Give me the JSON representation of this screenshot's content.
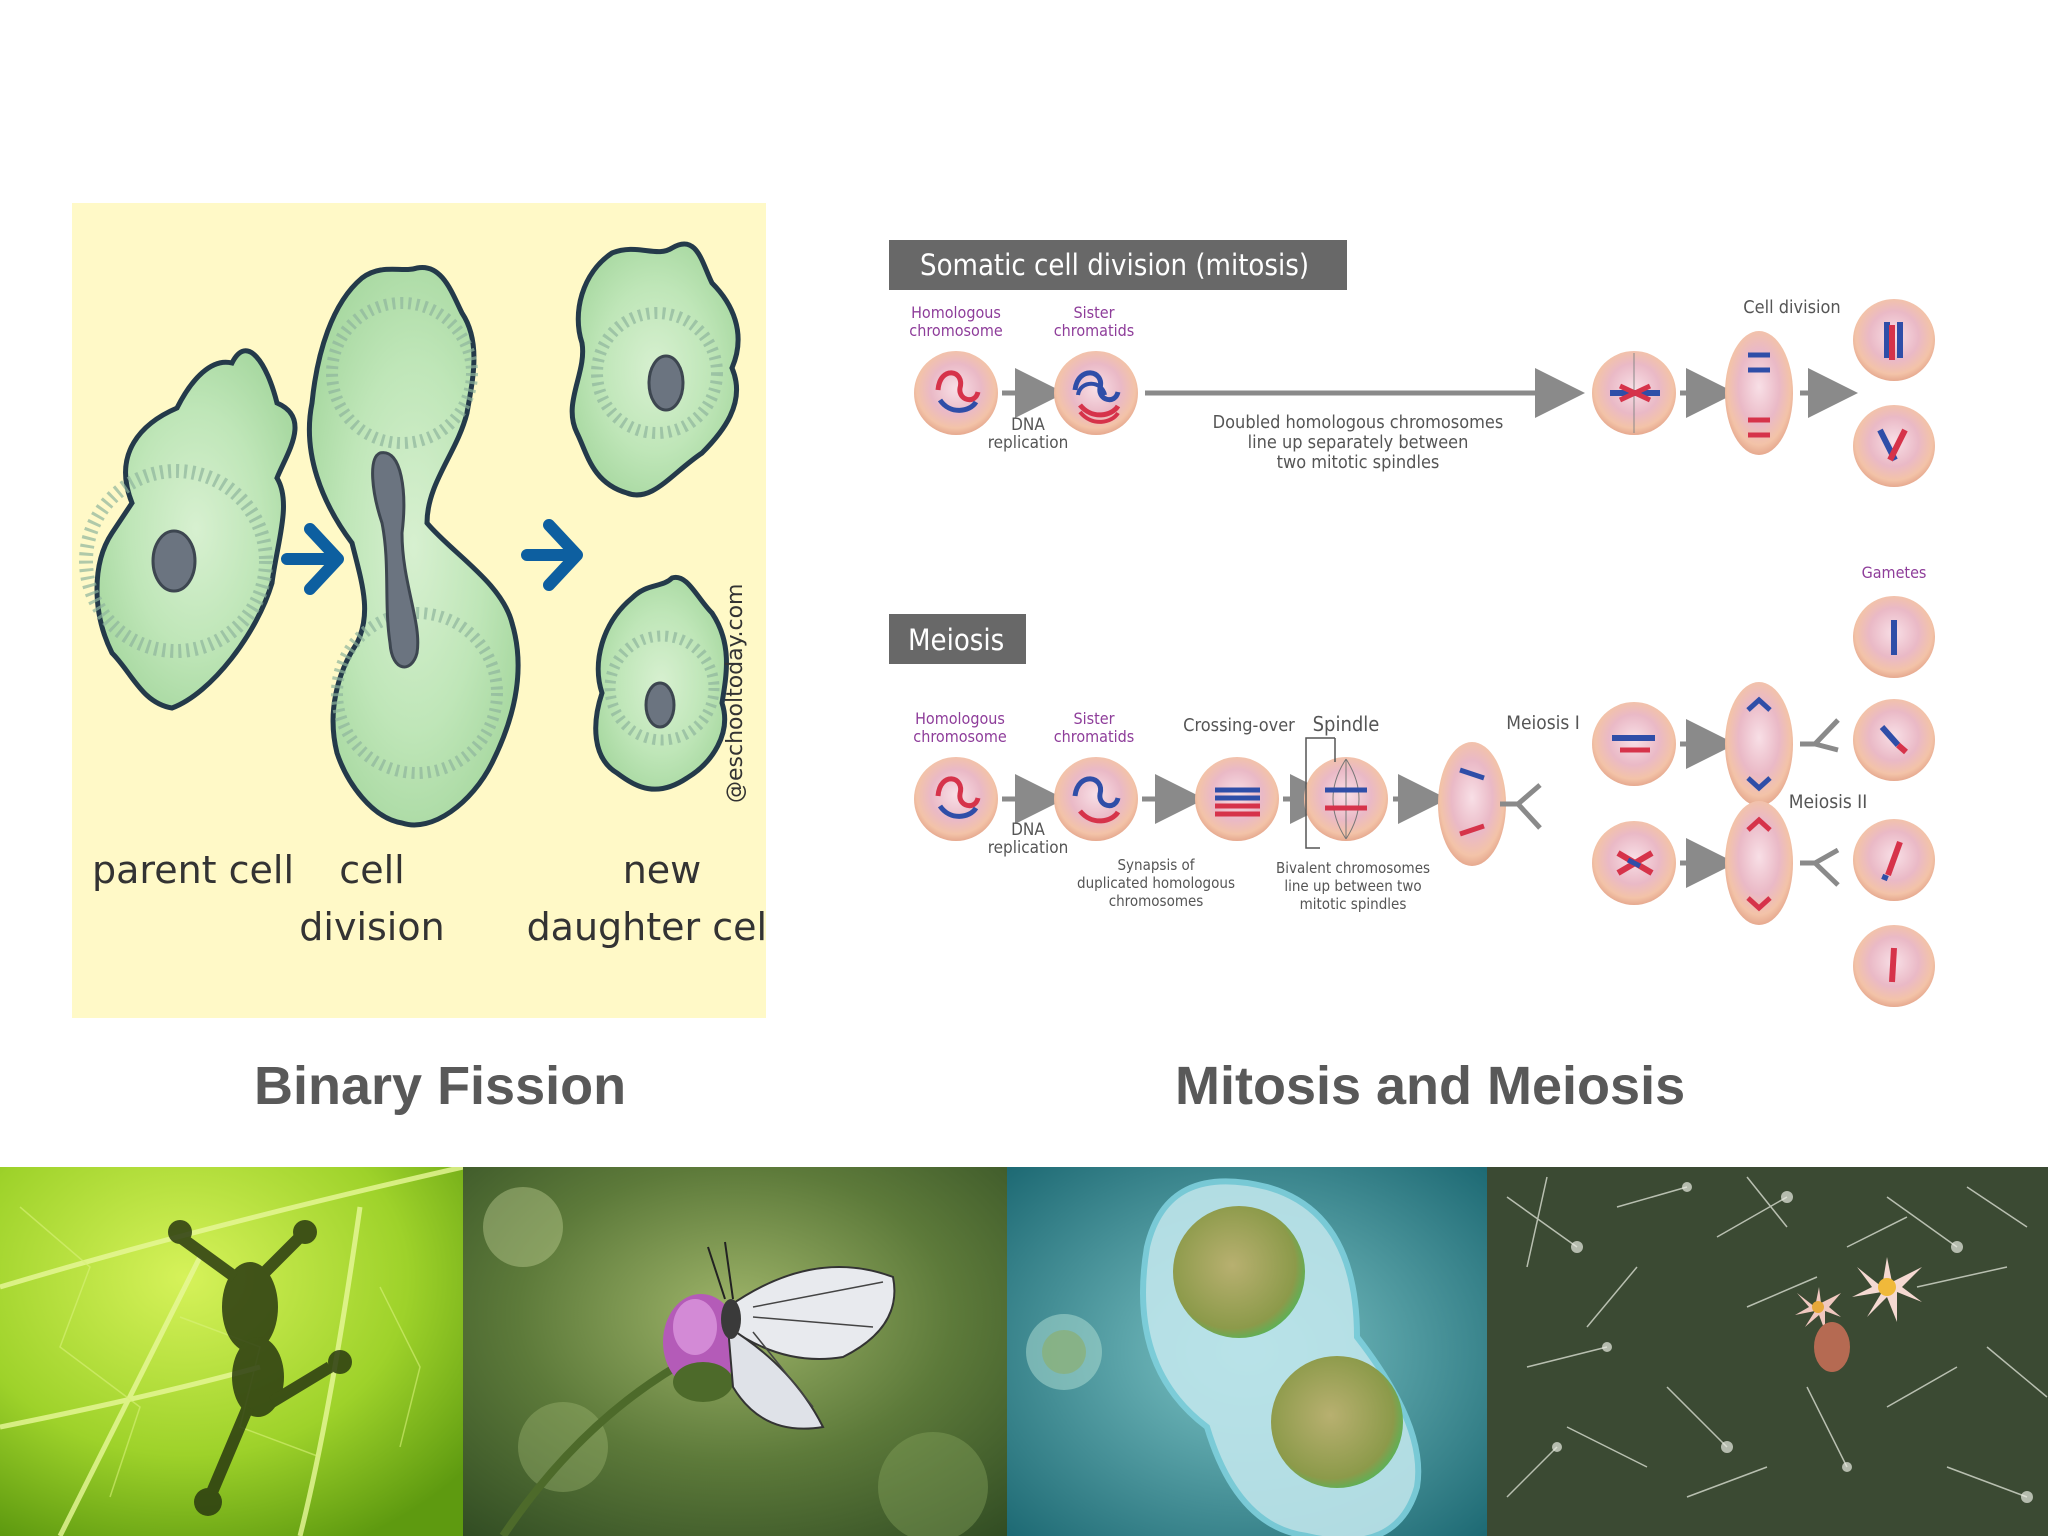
{
  "captions": {
    "left": "Binary Fission",
    "right": "Mitosis and Meiosis"
  },
  "fission": {
    "labels": {
      "parent": "parent cell",
      "division_1": "cell",
      "division_2": "division",
      "daughter_1": "new",
      "daughter_2": "daughter cells"
    },
    "watermark": "@eschooltoday.com",
    "colors": {
      "background": "#fff9c7",
      "cell": "#b9e3b4",
      "nucleus": "#6b7480",
      "arrow": "#0d5fa0"
    }
  },
  "mitosis": {
    "header": "Somatic cell division (mitosis)",
    "homologous": [
      "Homologous",
      "chromosome"
    ],
    "sister": [
      "Sister",
      "chromatids"
    ],
    "dna": [
      "DNA",
      "replication"
    ],
    "doubled": [
      "Doubled homologous chromosomes",
      "line up separately between",
      "two mitotic spindles"
    ],
    "cell_division": "Cell division"
  },
  "meiosis": {
    "header": "Meiosis",
    "homologous": [
      "Homologous",
      "chromosome"
    ],
    "sister": [
      "Sister",
      "chromatids"
    ],
    "crossing": "Crossing-over",
    "spindle": "Spindle",
    "meiosis_1": "Meiosis I",
    "meiosis_2": "Meiosis II",
    "gametes": "Gametes",
    "dna": [
      "DNA",
      "replication"
    ],
    "synapsis": [
      "Synapsis of",
      "duplicated homologous",
      "chromosomes"
    ],
    "bivalent": [
      "Bivalent chromosomes",
      "line up between two",
      "mitotic spindles"
    ]
  },
  "photos": [
    {
      "icon": "frog-on-leaf-photo"
    },
    {
      "icon": "butterfly-on-flower-photo"
    },
    {
      "icon": "dividing-cell-photo"
    },
    {
      "icon": "flowering-cactus-photo"
    }
  ]
}
